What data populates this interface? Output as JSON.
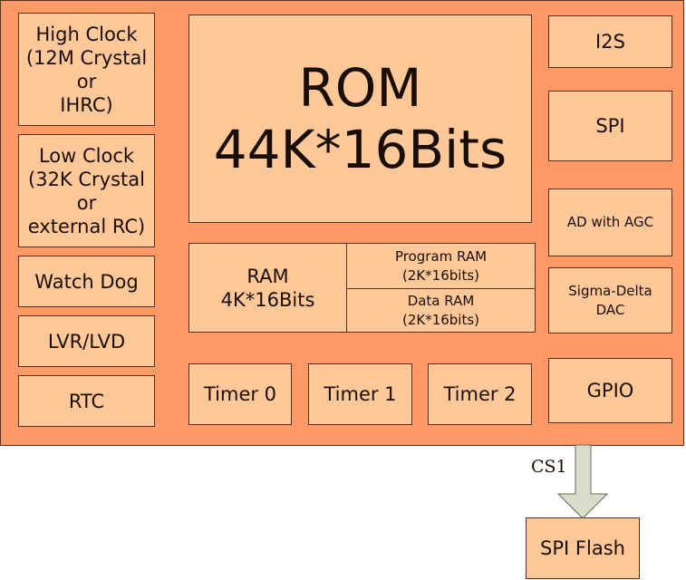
{
  "colors": {
    "chip": "#FF9966",
    "block": "#FFC898",
    "border": "#5a3020",
    "arrow": "#D8DCC8"
  },
  "left": [
    "High Clock\n(12M Crystal\nor\nIHRC)",
    "Low Clock\n(32K Crystal\nor\nexternal RC)",
    "Watch Dog",
    "LVR/LVD",
    "RTC"
  ],
  "rom": "ROM\n44K*16Bits",
  "ram": {
    "main": "RAM\n4K*16Bits",
    "program": "Program RAM\n(2K*16bits)",
    "data": "Data RAM\n(2K*16bits)"
  },
  "timers": [
    "Timer 0",
    "Timer 1",
    "Timer 2"
  ],
  "right": [
    "I2S",
    "SPI",
    "AD with AGC",
    "Sigma-Delta\nDAC",
    "GPIO"
  ],
  "arrow_label": "CS1",
  "external": "SPI Flash"
}
